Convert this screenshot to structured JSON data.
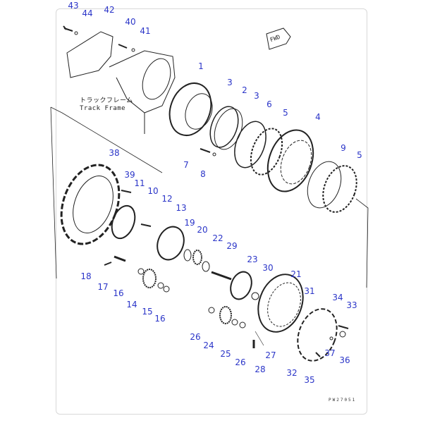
{
  "diagram": {
    "track_frame_jp": "トラックフレーム",
    "track_frame_en": "Track Frame",
    "fwd_label": "FWD",
    "drawing_code": "PW27051",
    "label_color": "#2b35c8",
    "part_labels": [
      "43",
      "44",
      "42",
      "40",
      "41",
      "1",
      "3",
      "2",
      "3",
      "6",
      "5",
      "4",
      "9",
      "5",
      "7",
      "8",
      "38",
      "39",
      "11",
      "10",
      "12",
      "13",
      "19",
      "20",
      "22",
      "29",
      "23",
      "30",
      "21",
      "18",
      "17",
      "16",
      "14",
      "15",
      "16",
      "31",
      "34",
      "33",
      "26",
      "24",
      "25",
      "26",
      "27",
      "28",
      "37",
      "36",
      "32",
      "35"
    ]
  }
}
